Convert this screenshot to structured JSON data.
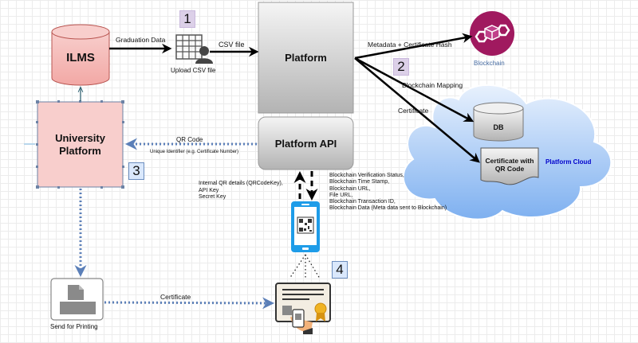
{
  "nodes": {
    "ilms": {
      "label": "ILMS"
    },
    "upload_csv": {
      "label": "Upload CSV file"
    },
    "platform": {
      "label": "Platform"
    },
    "platform_api": {
      "label": "Platform API"
    },
    "blockchain": {
      "label": "Blockchain"
    },
    "db": {
      "label": "DB"
    },
    "certificate_qr": {
      "label_line1": "Certificate with",
      "label_line2": "QR Code"
    },
    "platform_cloud": {
      "label": "Platform Cloud"
    },
    "university_platform": {
      "label_line1": "University",
      "label_line2": "Platform"
    },
    "send_for_printing": {
      "label": "Send for Printing"
    }
  },
  "edges": {
    "graduation_data": "Graduation Data",
    "csv_file": "CSV file",
    "metadata_hash": "Metadata + Certificate Hash",
    "blockchain_mapping": "Blockchain Mapping",
    "certificate_to_cloud": "Certificate",
    "qr_code": "QR Code",
    "unique_identifier": "Unique Identifier (e.g. Certificate Number)",
    "certificate_print": "Certificate"
  },
  "request_details": [
    "Internal QR details (QRCodeKey),",
    "API Key",
    "Secret Key"
  ],
  "response_details": [
    "Blockchain Verification Status,",
    "Blockchain Time Stamp,",
    "Blockchain URL,",
    "File URL,",
    "Blockchain Transaction ID,",
    "Blockchain Data (Meta data sent to Blockchain)"
  ],
  "steps": [
    "1",
    "2",
    "3",
    "4"
  ],
  "colors": {
    "ilms_fill": "#f8cecc",
    "university_fill": "#f8cecc",
    "blockchain_purple": "#a0195f",
    "cloud_blue": "#7fb2f0",
    "dotted_arrow": "#5b7fb8",
    "platform_cloud_text": "#0000cc",
    "blockchain_text": "#4a6fa5"
  }
}
